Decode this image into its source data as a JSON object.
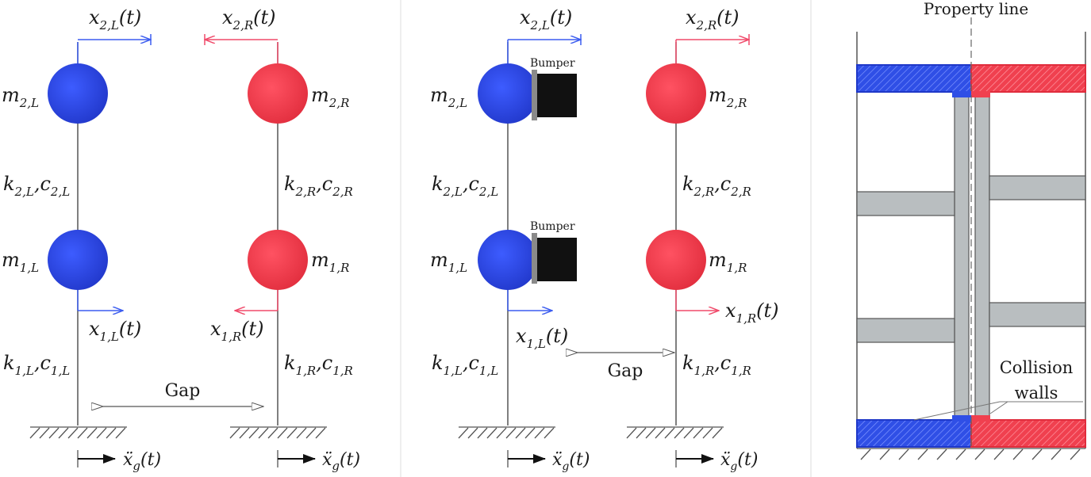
{
  "colors": {
    "blue": "#2f4fe6",
    "red": "#f0404f",
    "blue_arrow": "#3b5cf0",
    "red_arrow": "#f04a6a",
    "line": "#555555",
    "frame": "#b9bec0",
    "bumper": "#111111"
  },
  "panel_a": {
    "m2L": {
      "main": "m",
      "sub": "2,L"
    },
    "m2R": {
      "main": "m",
      "sub": "2,R"
    },
    "m1L": {
      "main": "m",
      "sub": "1,L"
    },
    "m1R": {
      "main": "m",
      "sub": "1,R"
    },
    "x2L": {
      "main": "x",
      "sub": "2,L",
      "suffix": "(t)"
    },
    "x2R": {
      "main": "x",
      "sub": "2,R",
      "suffix": "(t)"
    },
    "x1L": {
      "main": "x",
      "sub": "1,L",
      "suffix": "(t)"
    },
    "x1R": {
      "main": "x",
      "sub": "1,R",
      "suffix": "(t)"
    },
    "k2L": {
      "k": "k",
      "ksub": "2,L",
      "c": "c",
      "csub": "2,L"
    },
    "k2R": {
      "k": "k",
      "ksub": "2,R",
      "c": "c",
      "csub": "2,R"
    },
    "k1L": {
      "k": "k",
      "ksub": "1,L",
      "c": "c",
      "csub": "1,L"
    },
    "k1R": {
      "k": "k",
      "ksub": "1,R",
      "c": "c",
      "csub": "1,R"
    },
    "gap": "Gap",
    "ground_acc": {
      "main": "ẍ",
      "sub": "g",
      "suffix": "(t)"
    }
  },
  "panel_b": {
    "m2L": {
      "main": "m",
      "sub": "2,L"
    },
    "m2R": {
      "main": "m",
      "sub": "2,R"
    },
    "m1L": {
      "main": "m",
      "sub": "1,L"
    },
    "m1R": {
      "main": "m",
      "sub": "1,R"
    },
    "x2L": {
      "main": "x",
      "sub": "2,L",
      "suffix": "(t)"
    },
    "x2R": {
      "main": "x",
      "sub": "2,R",
      "suffix": "(t)"
    },
    "x1L": {
      "main": "x",
      "sub": "1,L",
      "suffix": "(t)"
    },
    "x1R": {
      "main": "x",
      "sub": "1,R",
      "suffix": "(t)"
    },
    "k2L": {
      "k": "k",
      "ksub": "2,L",
      "c": "c",
      "csub": "2,L"
    },
    "k2R": {
      "k": "k",
      "ksub": "2,R",
      "c": "c",
      "csub": "2,R"
    },
    "k1L": {
      "k": "k",
      "ksub": "1,L",
      "c": "c",
      "csub": "1,L"
    },
    "k1R": {
      "k": "k",
      "ksub": "1,R",
      "c": "c",
      "csub": "1,R"
    },
    "bumper_top": "Bumper",
    "bumper_bottom": "Bumper",
    "gap": "Gap",
    "ground_acc": {
      "main": "ẍ",
      "sub": "g",
      "suffix": "(t)"
    }
  },
  "panel_c": {
    "property_line": "Property line",
    "collision_line1": "Collision",
    "collision_line2": "walls"
  }
}
